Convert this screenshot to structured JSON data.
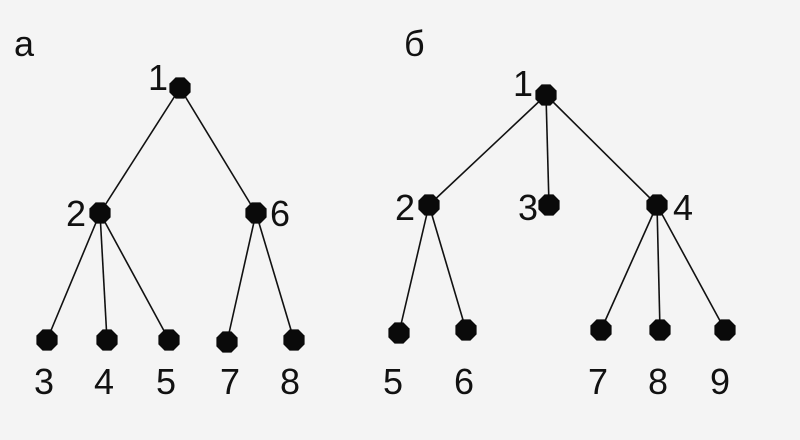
{
  "trees": [
    {
      "id": "a",
      "label": "а",
      "nodes": [
        {
          "id": "a1",
          "label": "1"
        },
        {
          "id": "a2",
          "label": "2"
        },
        {
          "id": "a6",
          "label": "6"
        },
        {
          "id": "a3",
          "label": "3"
        },
        {
          "id": "a4",
          "label": "4"
        },
        {
          "id": "a5",
          "label": "5"
        },
        {
          "id": "a7",
          "label": "7"
        },
        {
          "id": "a8",
          "label": "8"
        }
      ],
      "edges": [
        [
          "a1",
          "a2"
        ],
        [
          "a1",
          "a6"
        ],
        [
          "a2",
          "a3"
        ],
        [
          "a2",
          "a4"
        ],
        [
          "a2",
          "a5"
        ],
        [
          "a6",
          "a7"
        ],
        [
          "a6",
          "a8"
        ]
      ]
    },
    {
      "id": "b",
      "label": "б",
      "nodes": [
        {
          "id": "b1",
          "label": "1"
        },
        {
          "id": "b2",
          "label": "2"
        },
        {
          "id": "b3",
          "label": "3"
        },
        {
          "id": "b4",
          "label": "4"
        },
        {
          "id": "b5",
          "label": "5"
        },
        {
          "id": "b6",
          "label": "6"
        },
        {
          "id": "b7",
          "label": "7"
        },
        {
          "id": "b8",
          "label": "8"
        },
        {
          "id": "b9",
          "label": "9"
        }
      ],
      "edges": [
        [
          "b1",
          "b2"
        ],
        [
          "b1",
          "b3"
        ],
        [
          "b1",
          "b4"
        ],
        [
          "b2",
          "b5"
        ],
        [
          "b2",
          "b6"
        ],
        [
          "b4",
          "b7"
        ],
        [
          "b4",
          "b8"
        ],
        [
          "b4",
          "b9"
        ]
      ]
    }
  ]
}
